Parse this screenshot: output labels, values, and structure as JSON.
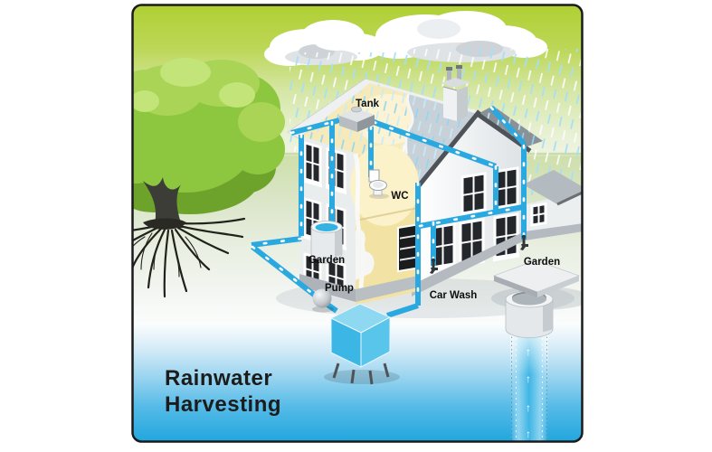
{
  "title": {
    "line1": "Rainwater",
    "line2": "Harvesting"
  },
  "labels": {
    "tank": "Tank",
    "wc": "WC",
    "garden_left": "Garden",
    "pump": "Pump",
    "car_wash": "Car Wash",
    "garden_right": "Garden"
  },
  "glyphs": {
    "up_arrow": "↑"
  },
  "colors": {
    "pipe": "#2AA9E0",
    "panel_border": "#1B1B1B",
    "sky_green": "#AFCF32",
    "ground_water_blue": "#21A5DE",
    "attic_cream": "#F6E9BB",
    "roof_gray": "#CCD3D9",
    "cube_water_blue": "#45BCE8",
    "tree_green": "#8DC63F",
    "label_text": "#0E0E0E"
  }
}
